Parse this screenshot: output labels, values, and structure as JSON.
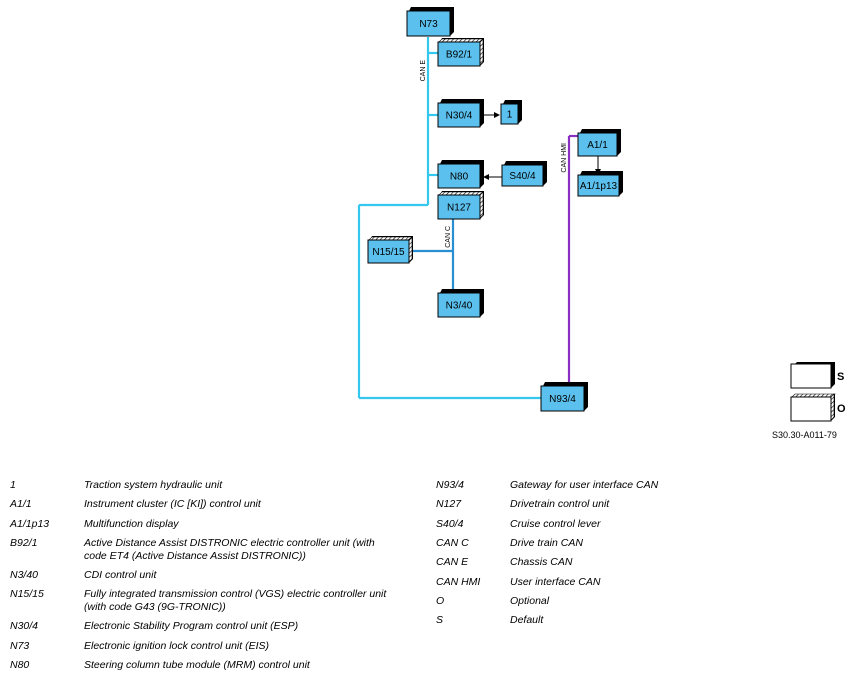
{
  "diagram": {
    "nodes": [
      {
        "id": "N73",
        "label": "N73",
        "variant": "plain"
      },
      {
        "id": "B92_1",
        "label": "B92/1",
        "variant": "optional"
      },
      {
        "id": "N30_4",
        "label": "N30/4",
        "variant": "plain"
      },
      {
        "id": "T1",
        "label": "1",
        "variant": "plain"
      },
      {
        "id": "A1_1",
        "label": "A1/1",
        "variant": "plain"
      },
      {
        "id": "A1_1p13",
        "label": "A1/1p13",
        "variant": "plain"
      },
      {
        "id": "N80",
        "label": "N80",
        "variant": "plain"
      },
      {
        "id": "S40_4",
        "label": "S40/4",
        "variant": "plain"
      },
      {
        "id": "N127",
        "label": "N127",
        "variant": "optional"
      },
      {
        "id": "N15_15",
        "label": "N15/15",
        "variant": "optional"
      },
      {
        "id": "N3_40",
        "label": "N3/40",
        "variant": "plain"
      },
      {
        "id": "N93_4",
        "label": "N93/4",
        "variant": "plain"
      }
    ],
    "bus_labels": {
      "can_e": "CAN E",
      "can_c": "CAN C",
      "can_hmi": "CAN HMI"
    },
    "key": {
      "standard": "S",
      "optional": "O"
    },
    "colors": {
      "box_fill": "#5bc0ee",
      "can_e": "#35c8ee",
      "can_c": "#2a8fd2",
      "can_hmi": "#8a2fc4"
    }
  },
  "reference": "S30.30-A011-79",
  "legend_left": [
    {
      "code": "1",
      "desc": [
        "Traction system hydraulic unit"
      ]
    },
    {
      "code": "A1/1",
      "desc": [
        "Instrument cluster (IC [KI]) control unit"
      ]
    },
    {
      "code": "A1/1p13",
      "desc": [
        "Multifunction display"
      ]
    },
    {
      "code": "B92/1",
      "desc": [
        "Active Distance Assist DISTRONIC electric controller unit (with",
        "code ET4 (Active Distance Assist DISTRONIC))"
      ]
    },
    {
      "code": "N3/40",
      "desc": [
        "CDI control unit"
      ]
    },
    {
      "code": "N15/15",
      "desc": [
        "Fully integrated transmission control (VGS) electric controller unit",
        "(with code G43 (9G-TRONIC))"
      ]
    },
    {
      "code": "N30/4",
      "desc": [
        "Electronic Stability Program control unit (ESP)"
      ]
    },
    {
      "code": "N73",
      "desc": [
        "Electronic ignition lock control unit (EIS)"
      ]
    },
    {
      "code": "N80",
      "desc": [
        "Steering column tube module (MRM) control unit"
      ]
    }
  ],
  "legend_right": [
    {
      "code": "N93/4",
      "desc": [
        "Gateway for user interface CAN"
      ]
    },
    {
      "code": "N127",
      "desc": [
        "Drivetrain control unit"
      ]
    },
    {
      "code": "S40/4",
      "desc": [
        "Cruise control lever"
      ]
    },
    {
      "code": "CAN C",
      "desc": [
        "Drive train CAN"
      ]
    },
    {
      "code": "CAN E",
      "desc": [
        "Chassis CAN"
      ]
    },
    {
      "code": "CAN HMI",
      "desc": [
        "User interface CAN"
      ]
    },
    {
      "code": "O",
      "desc": [
        "Optional"
      ]
    },
    {
      "code": "S",
      "desc": [
        "Default"
      ]
    }
  ]
}
